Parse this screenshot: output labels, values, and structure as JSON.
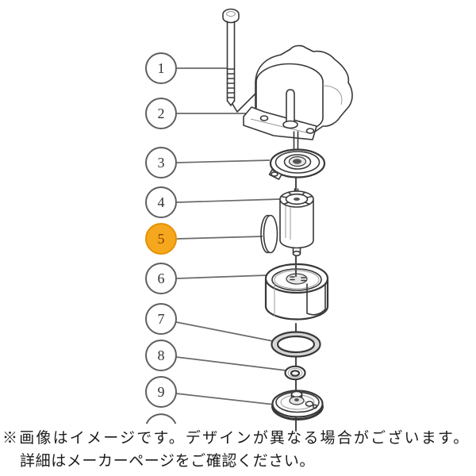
{
  "diagram": {
    "title": "exploded-parts-diagram",
    "highlighted_callout": "5",
    "callouts": [
      {
        "num": "1",
        "target": "hex-bolt"
      },
      {
        "num": "2",
        "target": "motor-cap-housing"
      },
      {
        "num": "3",
        "target": "bearing-plate"
      },
      {
        "num": "4",
        "target": "motor-armature"
      },
      {
        "num": "5",
        "target": "oval-gasket"
      },
      {
        "num": "6",
        "target": "cylinder-case"
      },
      {
        "num": "7",
        "target": "large-o-ring"
      },
      {
        "num": "8",
        "target": "small-washer"
      },
      {
        "num": "9",
        "target": "base-plate"
      }
    ]
  },
  "colors": {
    "highlight_fill": "#F5A81E",
    "highlight_border": "#E89000",
    "highlight_text": "#8B4000",
    "callout_border": "#5F5F5F",
    "callout_text": "#333333",
    "leader_line": "#6A6A6A",
    "line_art": "#383838",
    "note_text": "#1B1B1B"
  },
  "note": {
    "line1": "※画像はイメージです。デザインが異なる場合がございます。",
    "line2": "詳細はメーカーページをご確認ください。"
  }
}
